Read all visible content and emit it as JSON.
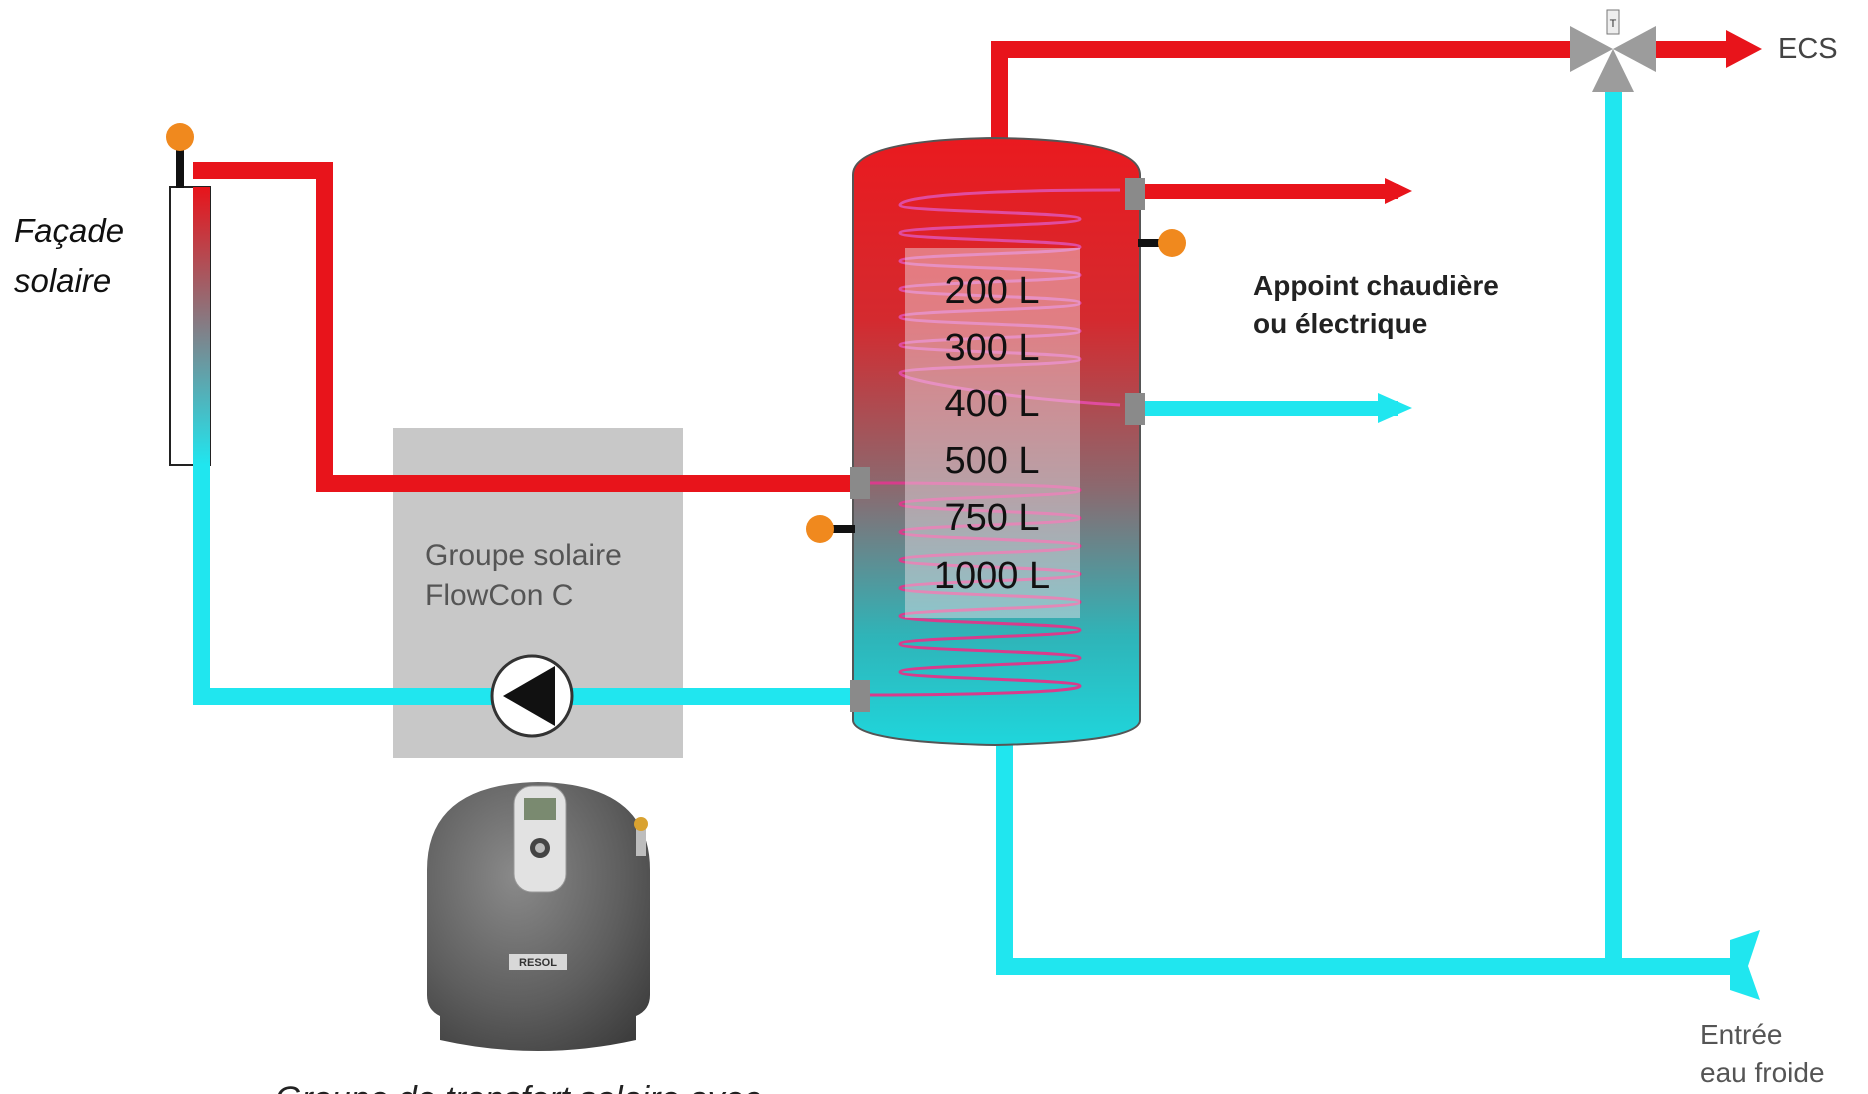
{
  "labels": {
    "facade_line1": "Façade",
    "facade_line2": "solaire",
    "group_line1": "Groupe solaire",
    "group_line2": "FlowCon C",
    "ecs": "ECS",
    "appoint_line1": "Appoint chaudière",
    "appoint_line2": "ou électrique",
    "cold_line1": "Entrée",
    "cold_line2": "eau froide",
    "valve_mark": "T",
    "station_badge": "RESOL",
    "caption": "Groupe de transfert solaire avec"
  },
  "volumes": [
    "200 L",
    "300 L",
    "400 L",
    "500 L",
    "750 L",
    "1000 L"
  ],
  "colors": {
    "hot_pipe": "#e8141b",
    "cold_pipe": "#20e6ef",
    "sensor": "#f0891e",
    "group_box": "#c8c8c8",
    "fitting": "#8a8a8a"
  }
}
